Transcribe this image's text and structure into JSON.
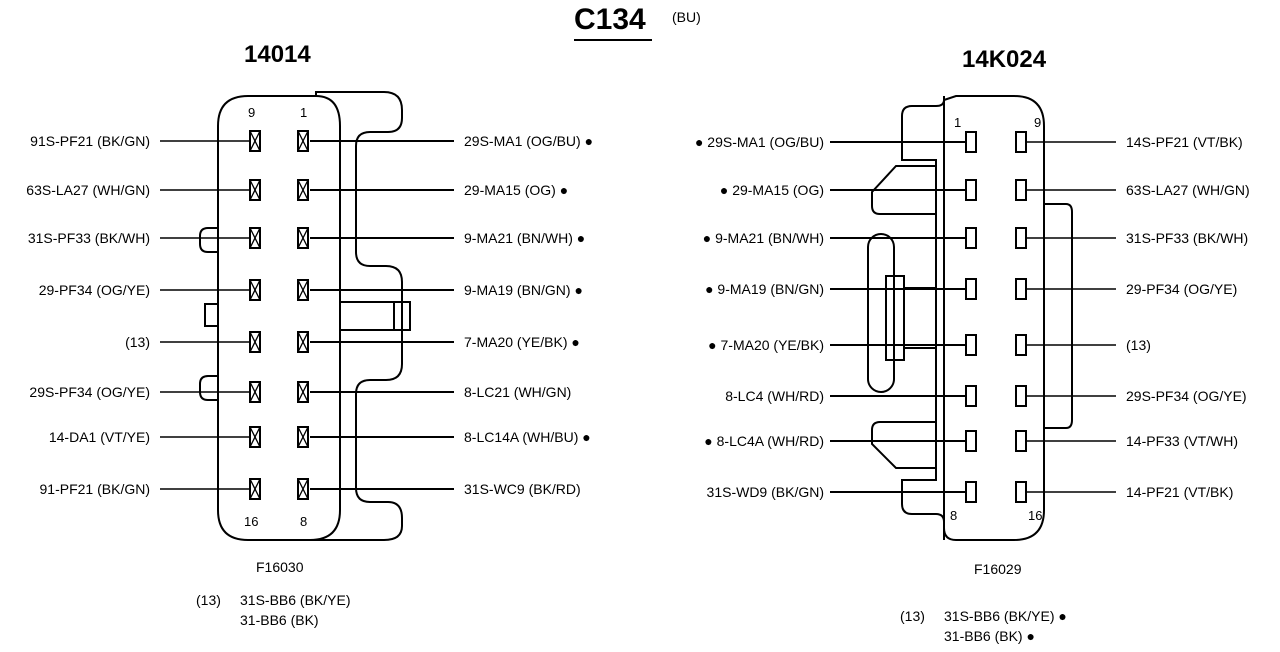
{
  "title": "C134",
  "title_suffix": "(BU)",
  "left": {
    "part_number": "14014",
    "figure_id": "F16030",
    "top_pins": [
      "9",
      "1"
    ],
    "bottom_pins": [
      "16",
      "8"
    ],
    "left_labels": [
      "91S-PF21 (BK/GN)",
      "63S-LA27 (WH/GN)",
      "31S-PF33 (BK/WH)",
      "29-PF34 (OG/YE)",
      "(13)",
      "29S-PF34 (OG/YE)",
      "14-DA1 (VT/YE)",
      "91-PF21 (BK/GN)"
    ],
    "right_labels": [
      "29S-MA1 (OG/BU) ●",
      "29-MA15 (OG) ●",
      "9-MA21 (BN/WH) ●",
      "9-MA19 (BN/GN) ●",
      "7-MA20 (YE/BK) ●",
      "8-LC21 (WH/GN)",
      "8-LC14A (WH/BU) ●",
      "31S-WC9 (BK/RD)"
    ],
    "note_ref": "(13)",
    "note_lines": [
      "31S-BB6 (BK/YE)",
      "31-BB6 (BK)"
    ]
  },
  "right": {
    "part_number": "14K024",
    "figure_id": "F16029",
    "top_pins": [
      "1",
      "9"
    ],
    "bottom_pins": [
      "8",
      "16"
    ],
    "left_labels": [
      "● 29S-MA1 (OG/BU)",
      "● 29-MA15 (OG)",
      "● 9-MA21 (BN/WH)",
      "● 9-MA19 (BN/GN)",
      "● 7-MA20 (YE/BK)",
      "8-LC4 (WH/RD)",
      "● 8-LC4A (WH/RD)",
      "31S-WD9 (BK/GN)"
    ],
    "right_labels": [
      "14S-PF21 (VT/BK)",
      "63S-LA27 (WH/GN)",
      "31S-PF33 (BK/WH)",
      "29-PF34 (OG/YE)",
      "(13)",
      "29S-PF34 (OG/YE)",
      "14-PF33 (VT/WH)",
      "14-PF21 (VT/BK)"
    ],
    "note_ref": "(13)",
    "note_lines": [
      "31S-BB6 (BK/YE) ●",
      "31-BB6 (BK) ●"
    ]
  }
}
